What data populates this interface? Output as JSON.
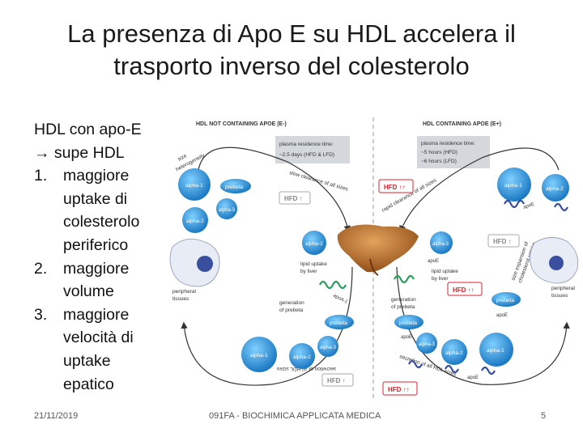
{
  "slide": {
    "title_line1": "La presenza di Apo E su HDL accelera il",
    "title_line2": "trasporto inverso del colesterolo",
    "intro_line1": "HDL con apo-E",
    "intro_line2": "supe HDL",
    "items": [
      {
        "num": "1.",
        "lines": [
          "maggiore",
          "uptake di",
          "colesterolo",
          "periferico"
        ]
      },
      {
        "num": "2.",
        "lines": [
          "maggiore",
          "volume"
        ]
      },
      {
        "num": "3.",
        "lines": [
          "maggiore",
          "velocità di",
          "uptake",
          "epatico"
        ]
      }
    ],
    "footer_date": "21/11/2019",
    "footer_course": "091FA - BIOCHIMICA APPLICATA MEDICA",
    "page_number": "5"
  },
  "figure": {
    "left_header": "HDL NOT CONTAINING APOE (E-)",
    "right_header": "HDL CONTAINING APOE (E+)",
    "left_residence": [
      "plasma residence time:",
      "~2.5 days (HFD & LFD)"
    ],
    "right_residence": [
      "plasma residence time:",
      "~5 hours (HFD)",
      "~6 hours (LFD)"
    ],
    "size_label": [
      "size",
      "heterogeneity"
    ],
    "slow_clearance": "slow clearance of all sizes",
    "rapid_clearance": "rapid clearance of all sizes",
    "secretion": "secretion of all HDL sizes",
    "secretion_right": "secretion of all HDL sizes",
    "size_expansion": [
      "size expansion of",
      "cholesterol uptake"
    ],
    "hfd_up_single": "HFD ↑",
    "hfd_up_double": "HFD ↑↑",
    "liver_uptake_left": [
      "lipid uptake",
      "by liver"
    ],
    "liver_uptake_right": [
      "lipid uptake",
      "by liver"
    ],
    "generation_left": [
      "generation",
      "of prebeta"
    ],
    "generation_right": [
      "generation",
      "of prebeta"
    ],
    "peripheral_left": [
      "peripheral",
      "tissues"
    ],
    "peripheral_right": [
      "peripheral",
      "tissues"
    ],
    "particles_left": {
      "alpha1": "alpha-1",
      "alpha2": "alpha-2",
      "alpha3": "alpha-3",
      "prebeta": "prebeta",
      "apoA1": "apoA-1"
    },
    "particles_right": {
      "alpha1": "alpha-1",
      "alpha2": "alpha-2",
      "alpha3": "alpha-3",
      "prebeta": "prebeta",
      "apoE": "apoE"
    },
    "colors": {
      "particle": "#2f9be0",
      "particle_dark": "#1b78c2",
      "liver": "#b5651d",
      "apoe": "#3a4fa0",
      "apoa1": "#2e9e5b",
      "hfd_red": "#d9232e",
      "label_box": "#cfd3d8"
    }
  }
}
